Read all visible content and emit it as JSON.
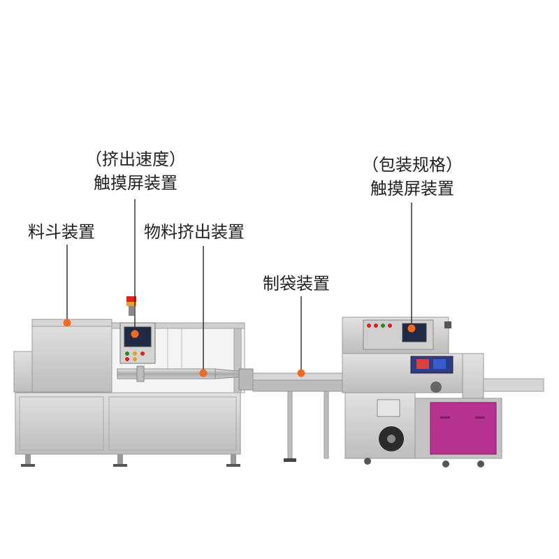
{
  "labels": {
    "hopper": "料斗装置",
    "extrusion_speed_note": "（挤出速度）",
    "extrusion_speed_touch": "触摸屏装置",
    "material_extrusion": "物料挤出装置",
    "bag_making": "制袋装置",
    "packaging_spec_note": "（包装规格）",
    "packaging_spec_touch": "触摸屏装置"
  },
  "colors": {
    "marker": "#f26b21",
    "leader": "#333333",
    "steel": "#c9c9c9",
    "steel_dark": "#9a9a9a",
    "panel": "#dcdcdc",
    "magenta_door": "#b5338f",
    "screen": "#1f2a44"
  }
}
